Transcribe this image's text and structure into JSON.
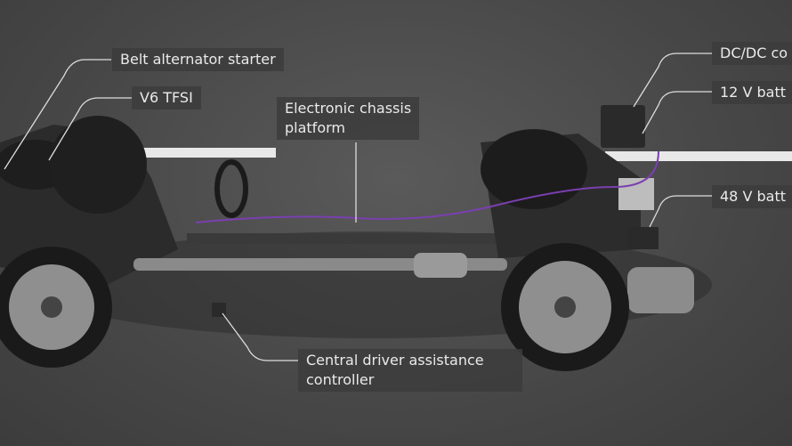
{
  "labels": {
    "belt_alternator_starter": "Belt alternator starter",
    "v6_tfsi": "V6 TFSI",
    "electronic_chassis_platform_line1": "Electronic chassis",
    "electronic_chassis_platform_line2": "platform",
    "dcdc_converter": "DC/DC co",
    "battery_12v": "12 V batt",
    "battery_48v": "48 V batt",
    "central_driver_assistance_line1": "Central driver assistance",
    "central_driver_assistance_line2": "controller"
  },
  "colors": {
    "wiring": "#7a3fb0",
    "label_bg": "#3c3c3c",
    "leader_line": "#dddddd"
  }
}
